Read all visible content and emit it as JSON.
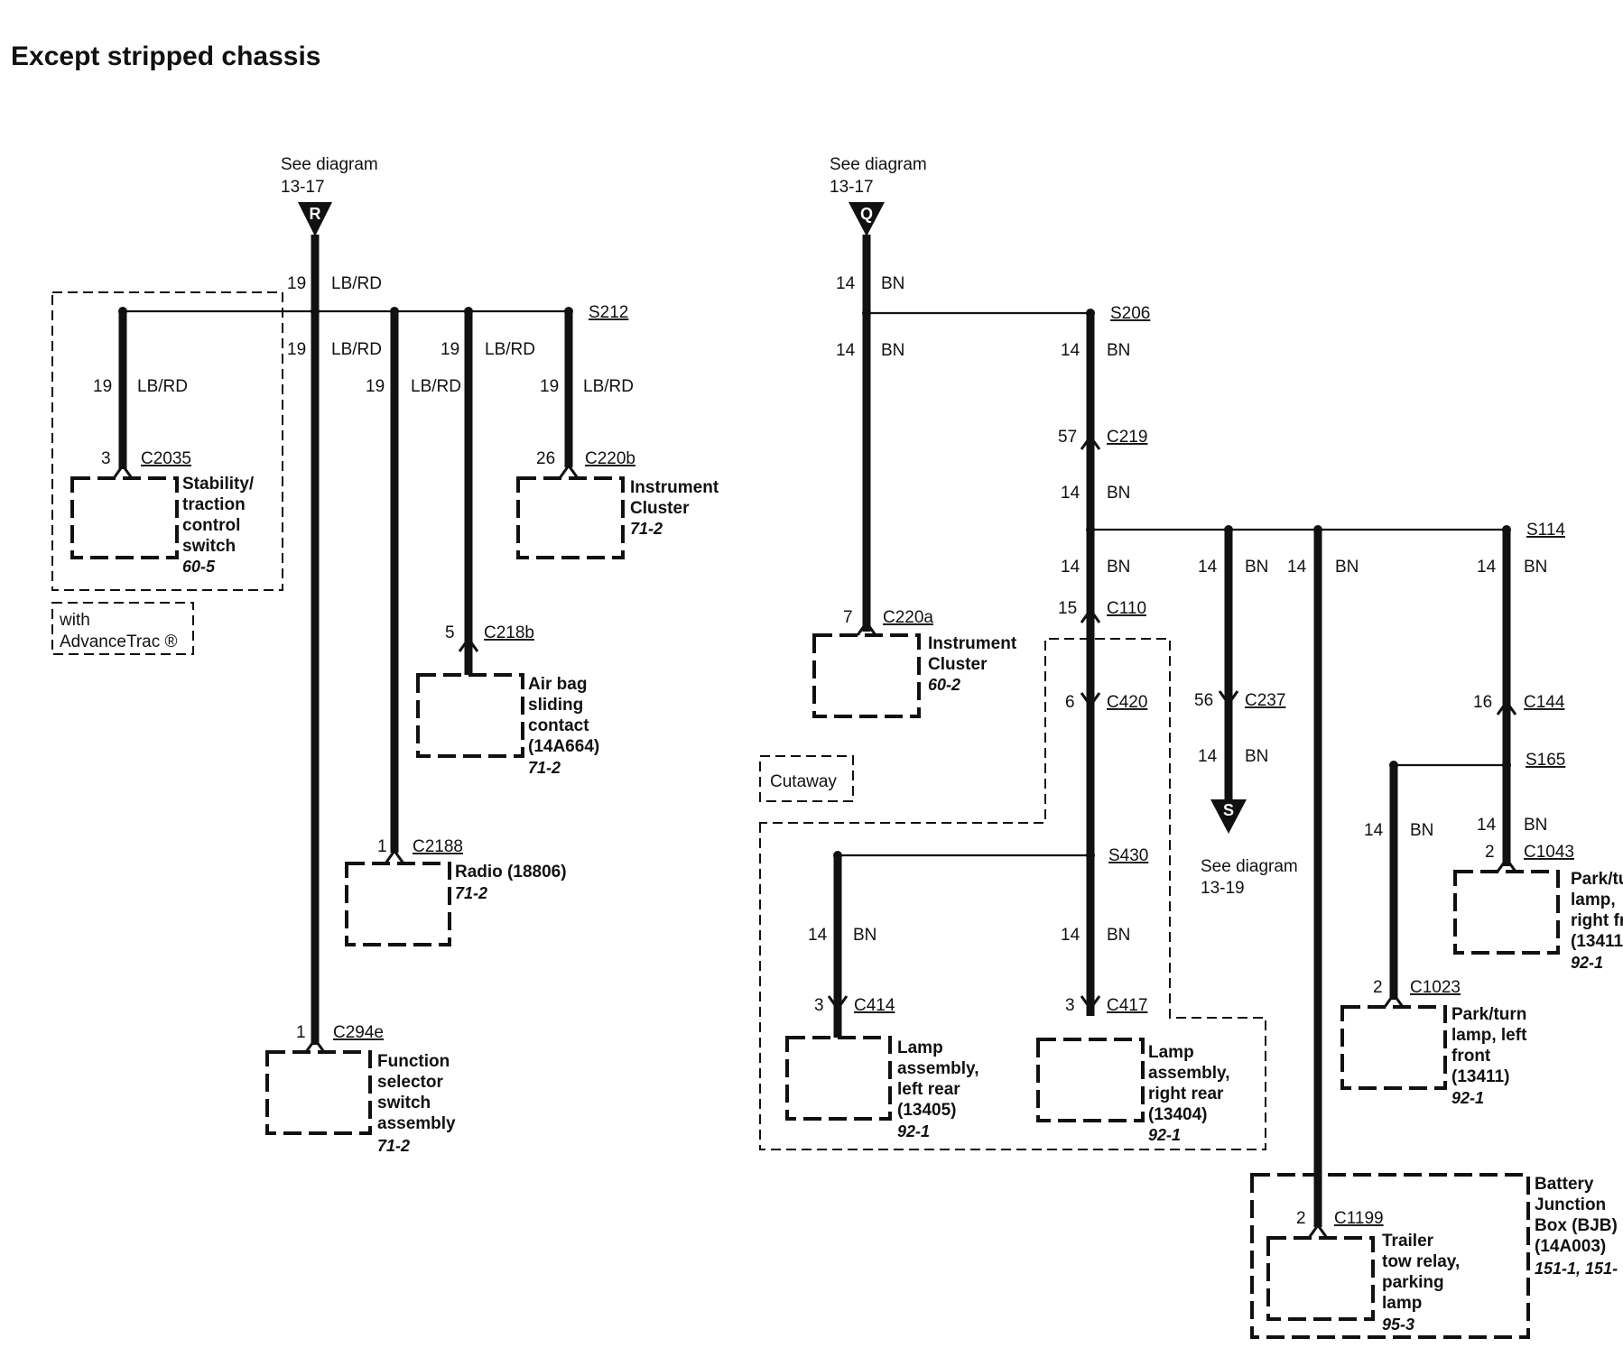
{
  "title": "Except stripped chassis",
  "ref_r": {
    "see": "See diagram",
    "page": "13-17",
    "letter": "R"
  },
  "ref_q": {
    "see": "See diagram",
    "page": "13-17",
    "letter": "Q"
  },
  "ref_s": {
    "see": "See diagram",
    "page": "13-19",
    "letter": "S"
  },
  "circuits": {
    "c19": "19",
    "c14": "14",
    "lbrd": "LB/RD",
    "bn": "BN"
  },
  "splices": {
    "s212": "S212",
    "s206": "S206",
    "s114": "S114",
    "s165": "S165",
    "s430": "S430"
  },
  "pins": {
    "p3": "3",
    "p26": "26",
    "p5": "5",
    "p1": "1",
    "p7": "7",
    "p57": "57",
    "p15": "15",
    "p6": "6",
    "p56": "56",
    "p16": "16",
    "p2": "2"
  },
  "connectors": {
    "c2035": "C2035",
    "c220b": "C220b",
    "c218b": "C218b",
    "c2188": "C2188",
    "c294e": "C294e",
    "c220a": "C220a",
    "c219": "C219",
    "c110": "C110",
    "c420": "C420",
    "c237": "C237",
    "c144": "C144",
    "c1043": "C1043",
    "c1023": "C1023",
    "c414": "C414",
    "c417": "C417",
    "c1199": "C1199"
  },
  "components": {
    "stability": {
      "l1": "Stability/",
      "l2": "traction",
      "l3": "control",
      "l4": "switch",
      "ref": "60-5"
    },
    "with_advancetrac": {
      "l1": "with",
      "l2": "AdvanceTrac ®"
    },
    "cluster_b": {
      "l1": "Instrument",
      "l2": "Cluster",
      "ref": "71-2"
    },
    "airbag": {
      "l1": "Air bag",
      "l2": "sliding",
      "l3": "contact",
      "l4": "(14A664)",
      "ref": "71-2"
    },
    "radio": {
      "l1": "Radio (18806)",
      "ref": "71-2"
    },
    "function_selector": {
      "l1": "Function",
      "l2": "selector",
      "l3": "switch",
      "l4": "assembly",
      "ref": "71-2"
    },
    "cluster_a": {
      "l1": "Instrument",
      "l2": "Cluster",
      "ref": "60-2"
    },
    "cutaway": "Cutaway",
    "lamp_left_rear": {
      "l1": "Lamp",
      "l2": "assembly,",
      "l3": "left rear",
      "l4": "(13405)",
      "ref": "92-1"
    },
    "lamp_right_rear": {
      "l1": "Lamp",
      "l2": "assembly,",
      "l3": "right rear",
      "l4": "(13404)",
      "ref": "92-1"
    },
    "park_right_front": {
      "l1": "Park/tu",
      "l2": "lamp,",
      "l3": "right fr",
      "l4": "(13411",
      "ref": "92-1"
    },
    "park_left_front": {
      "l1": "Park/turn",
      "l2": "lamp, left",
      "l3": "front",
      "l4": "(13411)",
      "ref": "92-1"
    },
    "trailer_relay": {
      "l1": "Trailer",
      "l2": "tow relay,",
      "l3": "parking",
      "l4": "lamp",
      "ref": "95-3"
    },
    "bjb": {
      "l1": "Battery",
      "l2": "Junction",
      "l3": "Box (BJB)",
      "l4": "(14A003)",
      "ref": "151-1, 151-"
    }
  }
}
